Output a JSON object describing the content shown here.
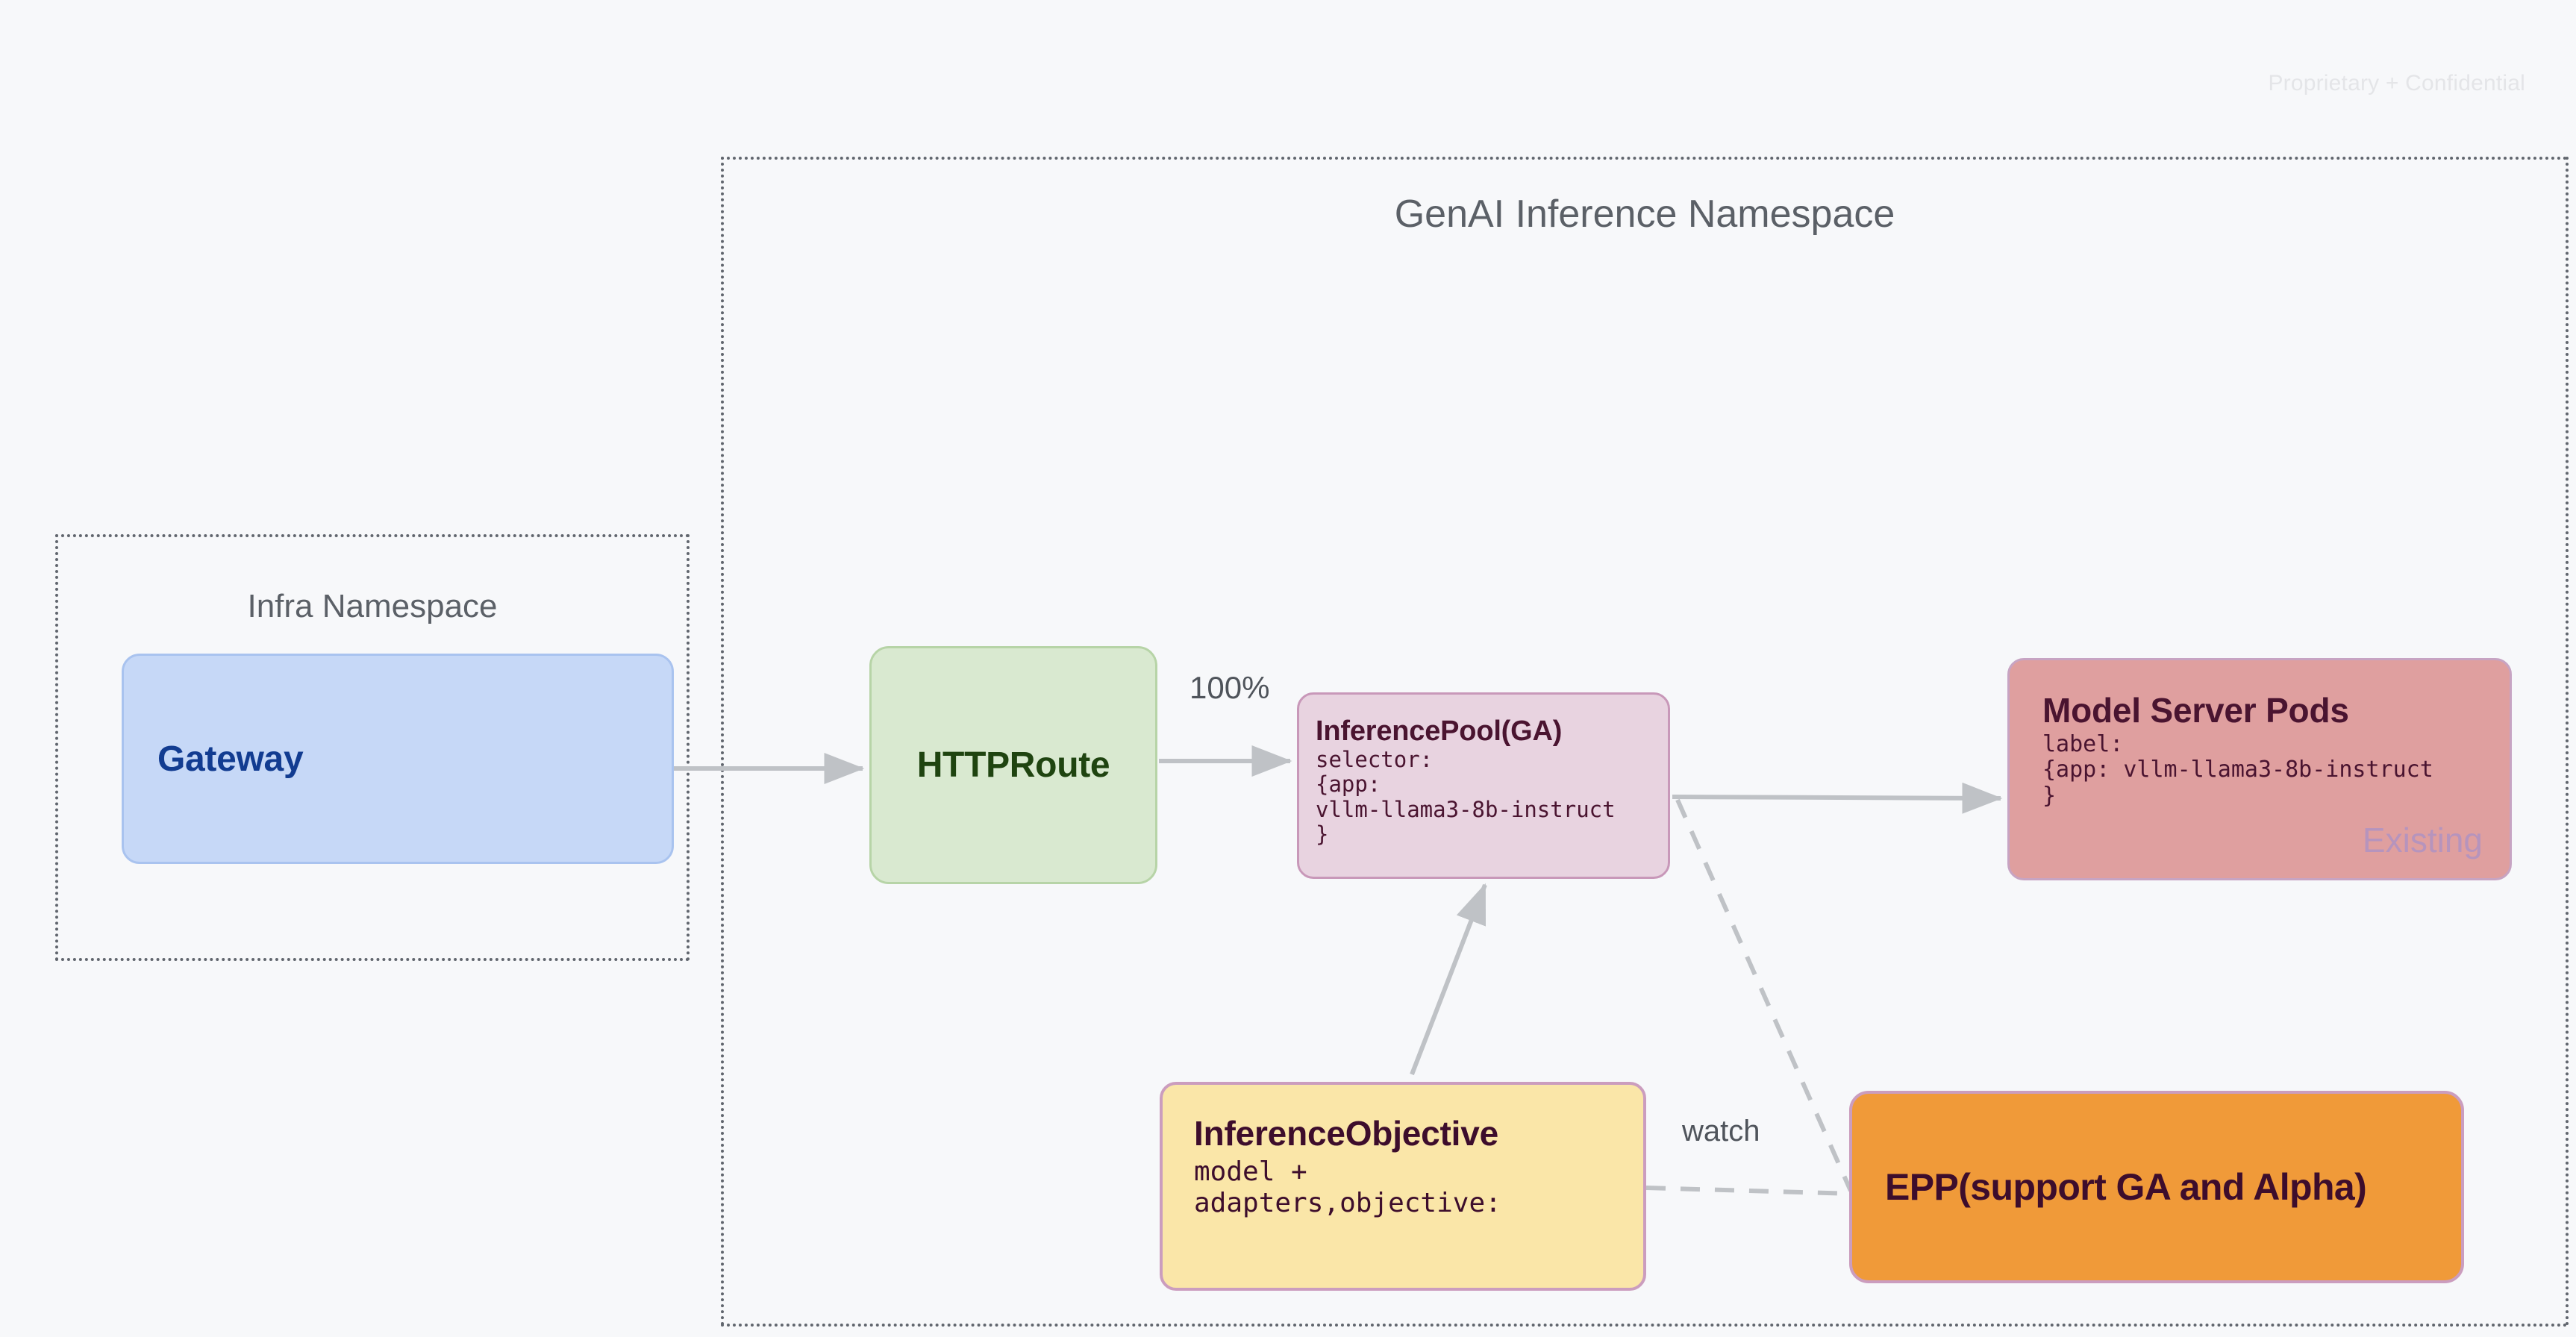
{
  "page": {
    "confidential_notice": "Proprietary + Confidential",
    "background_color": "#f7f8fa"
  },
  "namespaces": [
    {
      "id": "infra",
      "title": "Infra Namespace",
      "border_color": "#61666e",
      "border_style": "dotted"
    },
    {
      "id": "genai",
      "title": "GenAI Inference Namespace",
      "border_color": "#61666e",
      "border_style": "dotted"
    }
  ],
  "nodes": {
    "gateway": {
      "title": "Gateway",
      "fill": "#c6d8f7",
      "stroke": "#a9c3ef",
      "text_color": "#123c91"
    },
    "httproute": {
      "title": "HTTPRoute",
      "fill": "#d9e9d0",
      "stroke": "#b7d4a7",
      "text_color": "#1f4410"
    },
    "inference_pool": {
      "title": "InferencePool(GA)",
      "code_lines": [
        "selector:",
        "{app:",
        "vllm-llama3-8b-instruct",
        "}"
      ],
      "fill": "#e8d3e0",
      "stroke": "#c898b9",
      "text_color": "#4a1430"
    },
    "model_server_pods": {
      "title": "Model Server Pods",
      "code_lines": [
        "label:",
        "{app: vllm-llama3-8b-instruct",
        "}"
      ],
      "watermark": "Existing",
      "fill": "#df9f9f",
      "stroke": "#c7a4c3",
      "text_color": "#4a1430",
      "watermark_color": "#b694bd"
    },
    "inference_objective": {
      "title": "InferenceObjective",
      "code_lines": [
        "model +",
        "adapters,objective:"
      ],
      "fill": "#fae6a8",
      "stroke": "#cb9dbe",
      "text_color": "#3d0d2c"
    },
    "epp": {
      "title": "EPP(support GA and Alpha)",
      "fill": "#f09a39",
      "stroke": "#cb9dbe",
      "text_color": "#3d0d2c"
    }
  },
  "edges": [
    {
      "id": "gateway-to-httproute",
      "from": "gateway",
      "to": "httproute",
      "style": "solid",
      "label": ""
    },
    {
      "id": "httproute-to-pool",
      "from": "httproute",
      "to": "inference_pool",
      "style": "solid",
      "label": "100%"
    },
    {
      "id": "pool-to-pods",
      "from": "inference_pool",
      "to": "model_server_pods",
      "style": "solid",
      "label": ""
    },
    {
      "id": "objective-to-pool",
      "from": "inference_objective",
      "to": "inference_pool",
      "style": "solid",
      "label": ""
    },
    {
      "id": "pool-to-epp",
      "from": "inference_pool",
      "to": "epp",
      "style": "dashed",
      "label": ""
    },
    {
      "id": "objective-to-epp",
      "from": "inference_objective",
      "to": "epp",
      "style": "dashed",
      "label": "watch"
    }
  ],
  "edge_labels": {
    "traffic_weight": "100%",
    "watch": "watch"
  },
  "colors": {
    "connector": "#bfc2c6",
    "namespace_text": "#5b6067",
    "edge_label_text": "#4f545b"
  }
}
